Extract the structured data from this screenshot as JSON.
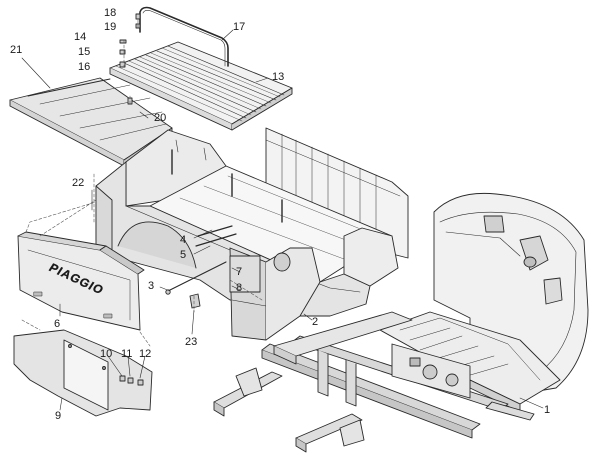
{
  "diagram": {
    "brand_text": "PIAGGIO",
    "line_color": "#2a2a2a",
    "fill_light": "#f4f4f4",
    "fill_mid": "#e2e2e2",
    "fill_dark": "#c8c8c8"
  },
  "callouts": {
    "c1": "1",
    "c2": "2",
    "c3": "3",
    "c4": "4",
    "c5": "5",
    "c6": "6",
    "c7": "7",
    "c8": "8",
    "c9": "9",
    "c10": "10",
    "c11": "11",
    "c12": "12",
    "c13": "13",
    "c14": "14",
    "c15": "15",
    "c16": "16",
    "c17": "17",
    "c18": "18",
    "c19": "19",
    "c20": "20",
    "c21": "21",
    "c22": "22",
    "c23": "23"
  }
}
